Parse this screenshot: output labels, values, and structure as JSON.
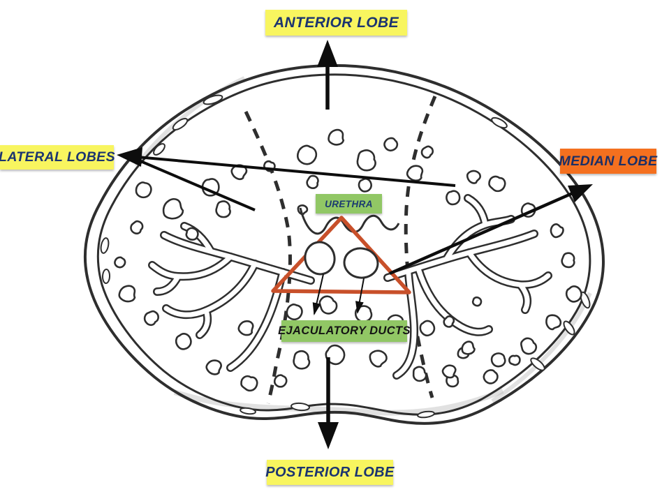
{
  "diagram": {
    "labels": {
      "anterior": {
        "text": "ANTERIOR LOBE",
        "bg": "#f8f55f",
        "fg": "#1b3470"
      },
      "lateral": {
        "text": "LATERAL LOBES",
        "bg": "#f8f55f",
        "fg": "#1b3470"
      },
      "median": {
        "text": "MEDIAN LOBE",
        "bg": "#f4701f",
        "fg": "#1c2f66"
      },
      "urethra": {
        "text": "URETHRA",
        "bg": "#91c765",
        "fg": "#1b3a70"
      },
      "ejaculatory_ducts": {
        "text": "EJACULATORY DUCTS",
        "bg": "#91c765",
        "fg": "#141414"
      },
      "posterior": {
        "text": "POSTERIOR LOBE",
        "bg": "#f8f55f",
        "fg": "#1b3470"
      }
    },
    "colors": {
      "sketch": "#2e2e2e",
      "arrow": "#0d0d0d",
      "triangle": "#c8502a",
      "paper": "#ffffff"
    }
  }
}
